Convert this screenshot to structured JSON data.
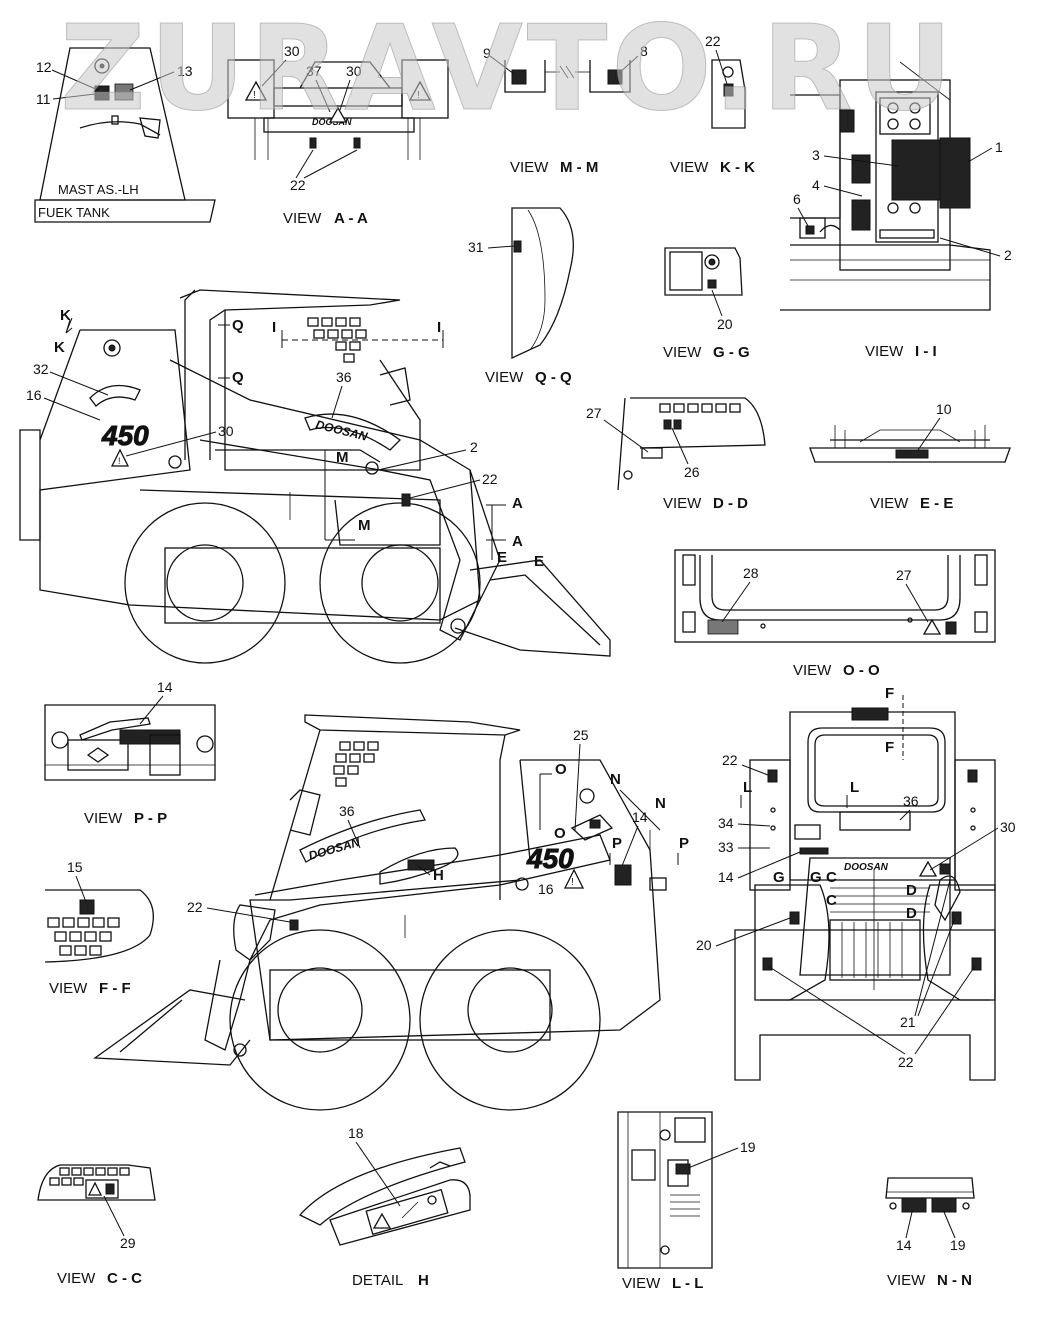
{
  "watermark": "ZURAVTO.RU",
  "views": [
    {
      "id": "a-a",
      "prefix": "VIEW",
      "label": "A - A"
    },
    {
      "id": "m-m",
      "prefix": "VIEW",
      "label": "M - M"
    },
    {
      "id": "k-k",
      "prefix": "VIEW",
      "label": "K - K"
    },
    {
      "id": "i-i",
      "prefix": "VIEW",
      "label": "I - I"
    },
    {
      "id": "q-q",
      "prefix": "VIEW",
      "label": "Q - Q"
    },
    {
      "id": "g-g",
      "prefix": "VIEW",
      "label": "G - G"
    },
    {
      "id": "d-d",
      "prefix": "VIEW",
      "label": "D - D"
    },
    {
      "id": "e-e",
      "prefix": "VIEW",
      "label": "E - E"
    },
    {
      "id": "o-o",
      "prefix": "VIEW",
      "label": "O - O"
    },
    {
      "id": "p-p",
      "prefix": "VIEW",
      "label": "P - P"
    },
    {
      "id": "f-f",
      "prefix": "VIEW",
      "label": "F - F"
    },
    {
      "id": "c-c",
      "prefix": "VIEW",
      "label": "C - C"
    },
    {
      "id": "h",
      "prefix": "DETAIL",
      "label": "H"
    },
    {
      "id": "l-l",
      "prefix": "VIEW",
      "label": "L - L"
    },
    {
      "id": "n-n",
      "prefix": "VIEW",
      "label": "N - N"
    }
  ],
  "texts": {
    "mast": "MAST AS.-LH",
    "fuel_tank": "FUEK TANK",
    "brand": "DOOSAN",
    "model": "450"
  },
  "callouts": [
    "1",
    "2",
    "3",
    "4",
    "6",
    "8",
    "9",
    "10",
    "11",
    "12",
    "13",
    "14",
    "15",
    "16",
    "18",
    "19",
    "20",
    "21",
    "22",
    "25",
    "26",
    "27",
    "28",
    "29",
    "30",
    "31",
    "32",
    "33",
    "34",
    "36",
    "37"
  ],
  "section_marks": [
    "A",
    "C",
    "D",
    "E",
    "F",
    "G",
    "I",
    "K",
    "L",
    "M",
    "N",
    "O",
    "P",
    "Q"
  ]
}
